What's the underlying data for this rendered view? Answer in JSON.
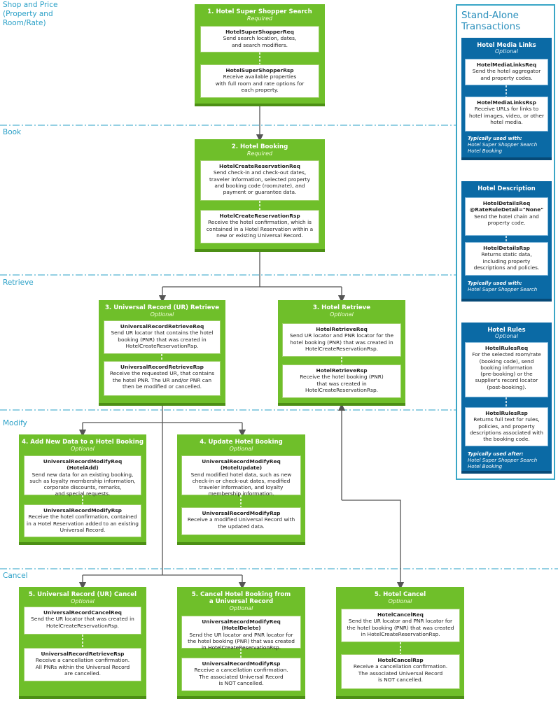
{
  "phases": {
    "shop": "Shop and Price\n(Property and\nRoom/Rate)",
    "book": "Book",
    "retrieve": "Retrieve",
    "modify": "Modify",
    "cancel": "Cancel"
  },
  "colors": {
    "green": "#6fbf2a",
    "blue": "#0b6aa5",
    "phase_text": "#2aa0c7",
    "dash_line": "#2aa0c7"
  },
  "steps": {
    "search": {
      "title": "1. Hotel Super Shopper Search",
      "sub": "Required",
      "req_name": "HotelSuperShopperReq",
      "req_desc": "Send search location, dates,\nand search modifiers.",
      "rsp_name": "HotelSuperShopperRsp",
      "rsp_desc": "Receive available properties\nwith full room and rate options for\neach property."
    },
    "booking": {
      "title": "2. Hotel Booking",
      "sub": "Required",
      "req_name": "HotelCreateReservationReq",
      "req_desc": "Send check-in and check-out dates,\ntraveler information, selected property\nand booking code (room/rate), and\npayment or guarantee data.",
      "rsp_name": "HotelCreateReservationRsp",
      "rsp_desc": "Receive the hotel confirmation, which is\ncontained in a Hotel Reservation within a\nnew or existing Universal Record."
    },
    "ur_retrieve": {
      "title": "3. Universal Record (UR) Retrieve",
      "sub": "Optional",
      "req_name": "UniversalRecordRetrieveReq",
      "req_desc": "Send UR locator that contains the hotel\nbooking (PNR) that was created in\nHotelCreateReservationRsp.",
      "rsp_name": "UniversalRecordRetrieveRsp",
      "rsp_desc": "Receive the requested UR, that contains\nthe hotel PNR. The UR and/or PNR can\nthen be modified or cancelled."
    },
    "hotel_retrieve": {
      "title": "3. Hotel Retrieve",
      "sub": "Optional",
      "req_name": "HotelRetrieveReq",
      "req_desc": "Send UR locator and PNR locator for the\nhotel booking (PNR) that was created in\nHotelCreateReservationRsp.",
      "rsp_name": "HotelRetrieveRsp",
      "rsp_desc": "Receive the hotel booking (PNR)\nthat was created in\nHotelCreateReservationRsp."
    },
    "add_data": {
      "title": "4. Add New Data to a Hotel Booking",
      "sub": "Optional",
      "req_name": "UniversalRecordModifyReq (HotelAdd)",
      "req_desc": "Send new data for an existing booking,\nsuch as loyalty membership information,\ncorporate discounts, remarks,\nand special requests.",
      "rsp_name": "UniversalRecordModifyRsp",
      "rsp_desc": "Receive the hotel confirmation, contained\nin a Hotel Reservation added to an existing\nUniversal Record."
    },
    "update": {
      "title": "4. Update Hotel Booking",
      "sub": "Optional",
      "req_name": "UniversalRecordModifyReq (HotelUpdate)",
      "req_desc": "Send modified hotel data, such as new\ncheck-in or check-out dates, modified\ntraveler information, and loyalty\nmembership information.",
      "rsp_name": "UniversalRecordModifyRsp",
      "rsp_desc": "Receive a modified Universal Record with\nthe updated data."
    },
    "ur_cancel": {
      "title": "5. Universal Record (UR) Cancel",
      "sub": "Optional",
      "req_name": "UniversalRecordCancelReq",
      "req_desc": "Send the UR locator that was created in\nHotelCreateReservationRsp.",
      "rsp_name": "UniversalRecordRetrieveRsp",
      "rsp_desc": "Receive a cancellation confirmation.\nAll PNRs within the Universal Record\nare cancelled."
    },
    "cancel_booking": {
      "title": "5. Cancel Hotel Booking from\na Universal Record",
      "sub": "Optional",
      "req_name": "UniversalRecordModifyReq (HotelDelete)",
      "req_desc": "Send the UR locator and PNR locator for\nthe hotel booking (PNR) that was created\nin HotelCreateReservationRsp.",
      "rsp_name": "UniversalRecordModifyRsp",
      "rsp_desc": "Receive a cancellation confirmation.\nThe associated Universal Record\nis NOT cancelled."
    },
    "hotel_cancel": {
      "title": "5. Hotel Cancel",
      "sub": "Optional",
      "req_name": "HotelCancelReq",
      "req_desc": "Send the UR locator and PNR locator for\nthe hotel booking (PNR) that was created\nin HotelCreateReservationRsp.",
      "rsp_name": "HotelCancelRsp",
      "rsp_desc": "Receive a cancellation confirmation.\nThe associated Universal Record\nis NOT cancelled."
    }
  },
  "standalone": {
    "title": "Stand-Alone\nTransactions",
    "media": {
      "title": "Hotel Media Links",
      "sub": "Optional",
      "req_name": "HotelMediaLinksReq",
      "req_desc": "Send the hotel aggregator\nand property codes.",
      "rsp_name": "HotelMediaLinksRsp",
      "rsp_desc": "Receive URLs for links to\nhotel images, video, or other\nhotel media.",
      "note_head": "Typically used with:",
      "note_body": "Hotel Super Shopper Search\nHotel Booking"
    },
    "description": {
      "title": "Hotel Description",
      "req_name": "HotelDetailsReq",
      "req_name2": "@RateRuleDetail=\"None\"",
      "req_desc": "Send the hotel chain and\nproperty code.",
      "rsp_name": "HotelDetailsRsp",
      "rsp_desc": "Returns static data,\nincluding property\ndescriptions and policies.",
      "note_head": "Typically used with:",
      "note_body": "Hotel Super Shopper Search"
    },
    "rules": {
      "title": "Hotel Rules",
      "sub": "Optional",
      "req_name": "HotelRulesReq",
      "req_desc": "For the selected room/rate\n(booking code), send\nbooking information\n(pre-booking) or the\nsupplier's record locator\n(post-booking).",
      "rsp_name": "HotelRulesRsp",
      "rsp_desc": "Returns full text for rules,\npolicies, and property\ndescriptions associated with\nthe booking code.",
      "note_head": "Typically used after:",
      "note_body": "Hotel Super Shopper Search\nHotel Booking"
    }
  }
}
